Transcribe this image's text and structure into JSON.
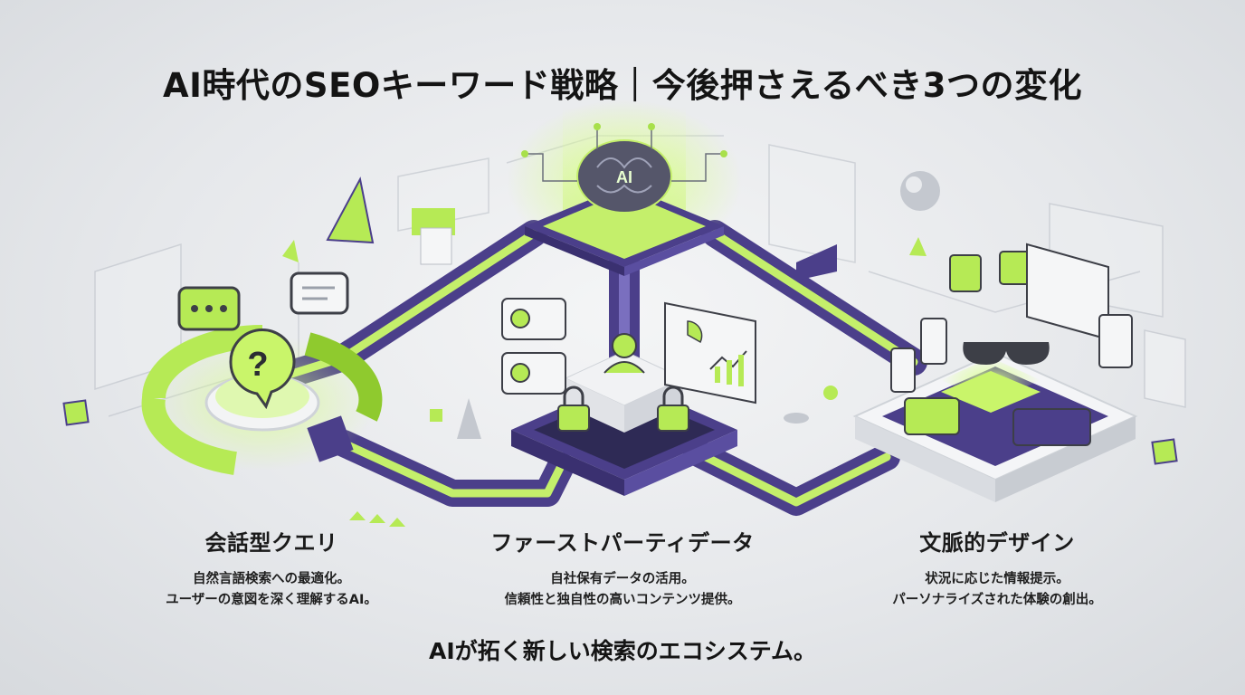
{
  "title": "AI時代のSEOキーワード戦略｜今後押さえるべき3つの変化",
  "hub": {
    "badge": "AI"
  },
  "sections": [
    {
      "heading": "会話型クエリ",
      "lines": [
        "自然言語検索への最適化。",
        "ユーザーの意図を深く理解するAI。"
      ],
      "icon": "question-bubble-icon"
    },
    {
      "heading": "ファーストパーティデータ",
      "lines": [
        "自社保有データの活用。",
        "信頼性と独自性の高いコンテンツ提供。"
      ],
      "icon": "lock-user-icon"
    },
    {
      "heading": "文脈的デザイン",
      "lines": [
        "状況に応じた情報提示。",
        "パーソナライズされた体験の創出。"
      ],
      "icon": "devices-icon"
    }
  ],
  "footer": "AIが拓く新しい検索のエコシステム。",
  "colors": {
    "accent": "#a8e04a",
    "purple": "#4b3f8a",
    "dark": "#141414"
  }
}
